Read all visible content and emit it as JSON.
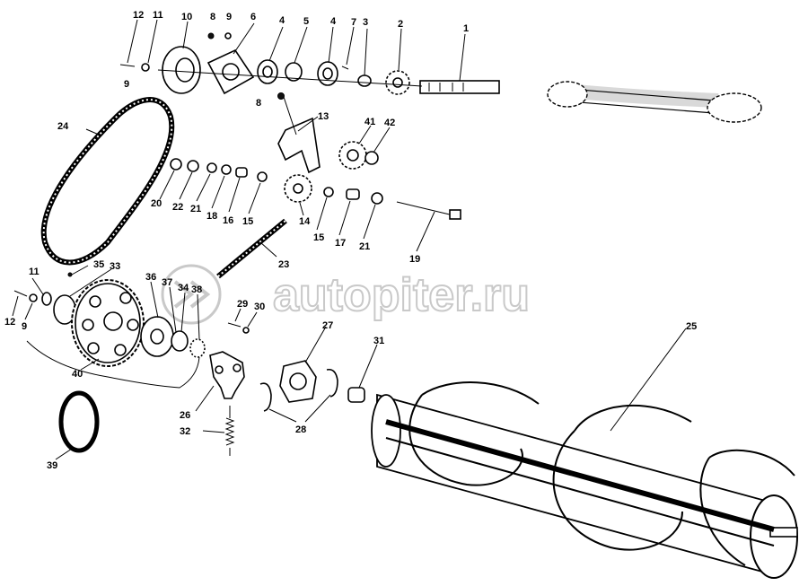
{
  "watermark": {
    "text": "autopiter.ru"
  },
  "labels": {
    "l1": "1",
    "l2": "2",
    "l3": "3",
    "l4a": "4",
    "l4b": "4",
    "l5": "5",
    "l6": "6",
    "l7": "7",
    "l8a": "8",
    "l8b": "8",
    "l9a": "9",
    "l9b": "9",
    "l9c": "9",
    "l10": "10",
    "l11a": "11",
    "l11b": "11",
    "l12a": "12",
    "l12b": "12",
    "l13": "13",
    "l14": "14",
    "l15a": "15",
    "l15b": "15",
    "l16": "16",
    "l17": "17",
    "l18": "18",
    "l19": "19",
    "l20": "20",
    "l21a": "21",
    "l21b": "21",
    "l22": "22",
    "l23": "23",
    "l24": "24",
    "l25": "25",
    "l26": "26",
    "l27": "27",
    "l28": "28",
    "l29": "29",
    "l30": "30",
    "l31": "31",
    "l32": "32",
    "l33": "33",
    "l34": "34",
    "l35": "35",
    "l36": "36",
    "l37": "37",
    "l38": "38",
    "l39": "39",
    "l40": "40",
    "l41": "41",
    "l42": "42"
  },
  "colors": {
    "ink": "#000000",
    "watermark_stroke": "#c9c9c9",
    "background": "#ffffff"
  }
}
